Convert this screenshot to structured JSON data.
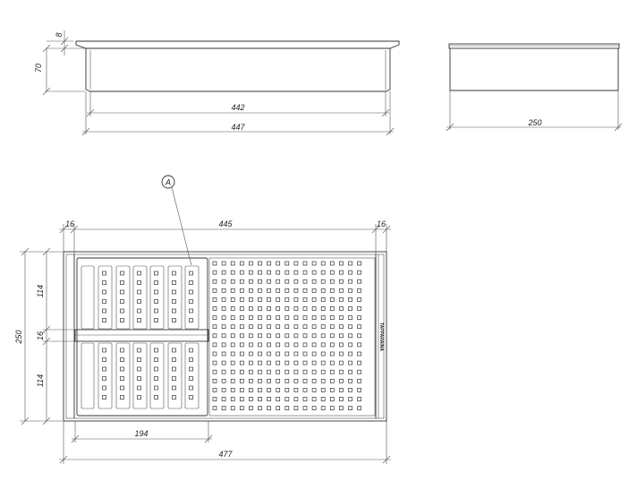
{
  "dimensions": {
    "top_rim_height": "8",
    "top_body_height": "70",
    "top_inner_width": "442",
    "top_outer_width": "447",
    "side_depth": "250",
    "plan_left_margin": "16",
    "plan_inner_length": "445",
    "plan_right_margin": "16",
    "plan_total_depth": "250",
    "plan_section_upper": "114",
    "plan_divider": "16",
    "plan_section_lower": "114",
    "plan_insert_width": "194",
    "plan_total_length": "477"
  },
  "callouts": {
    "insert_label": "A"
  },
  "brand_mark": "TAPPARAINA"
}
